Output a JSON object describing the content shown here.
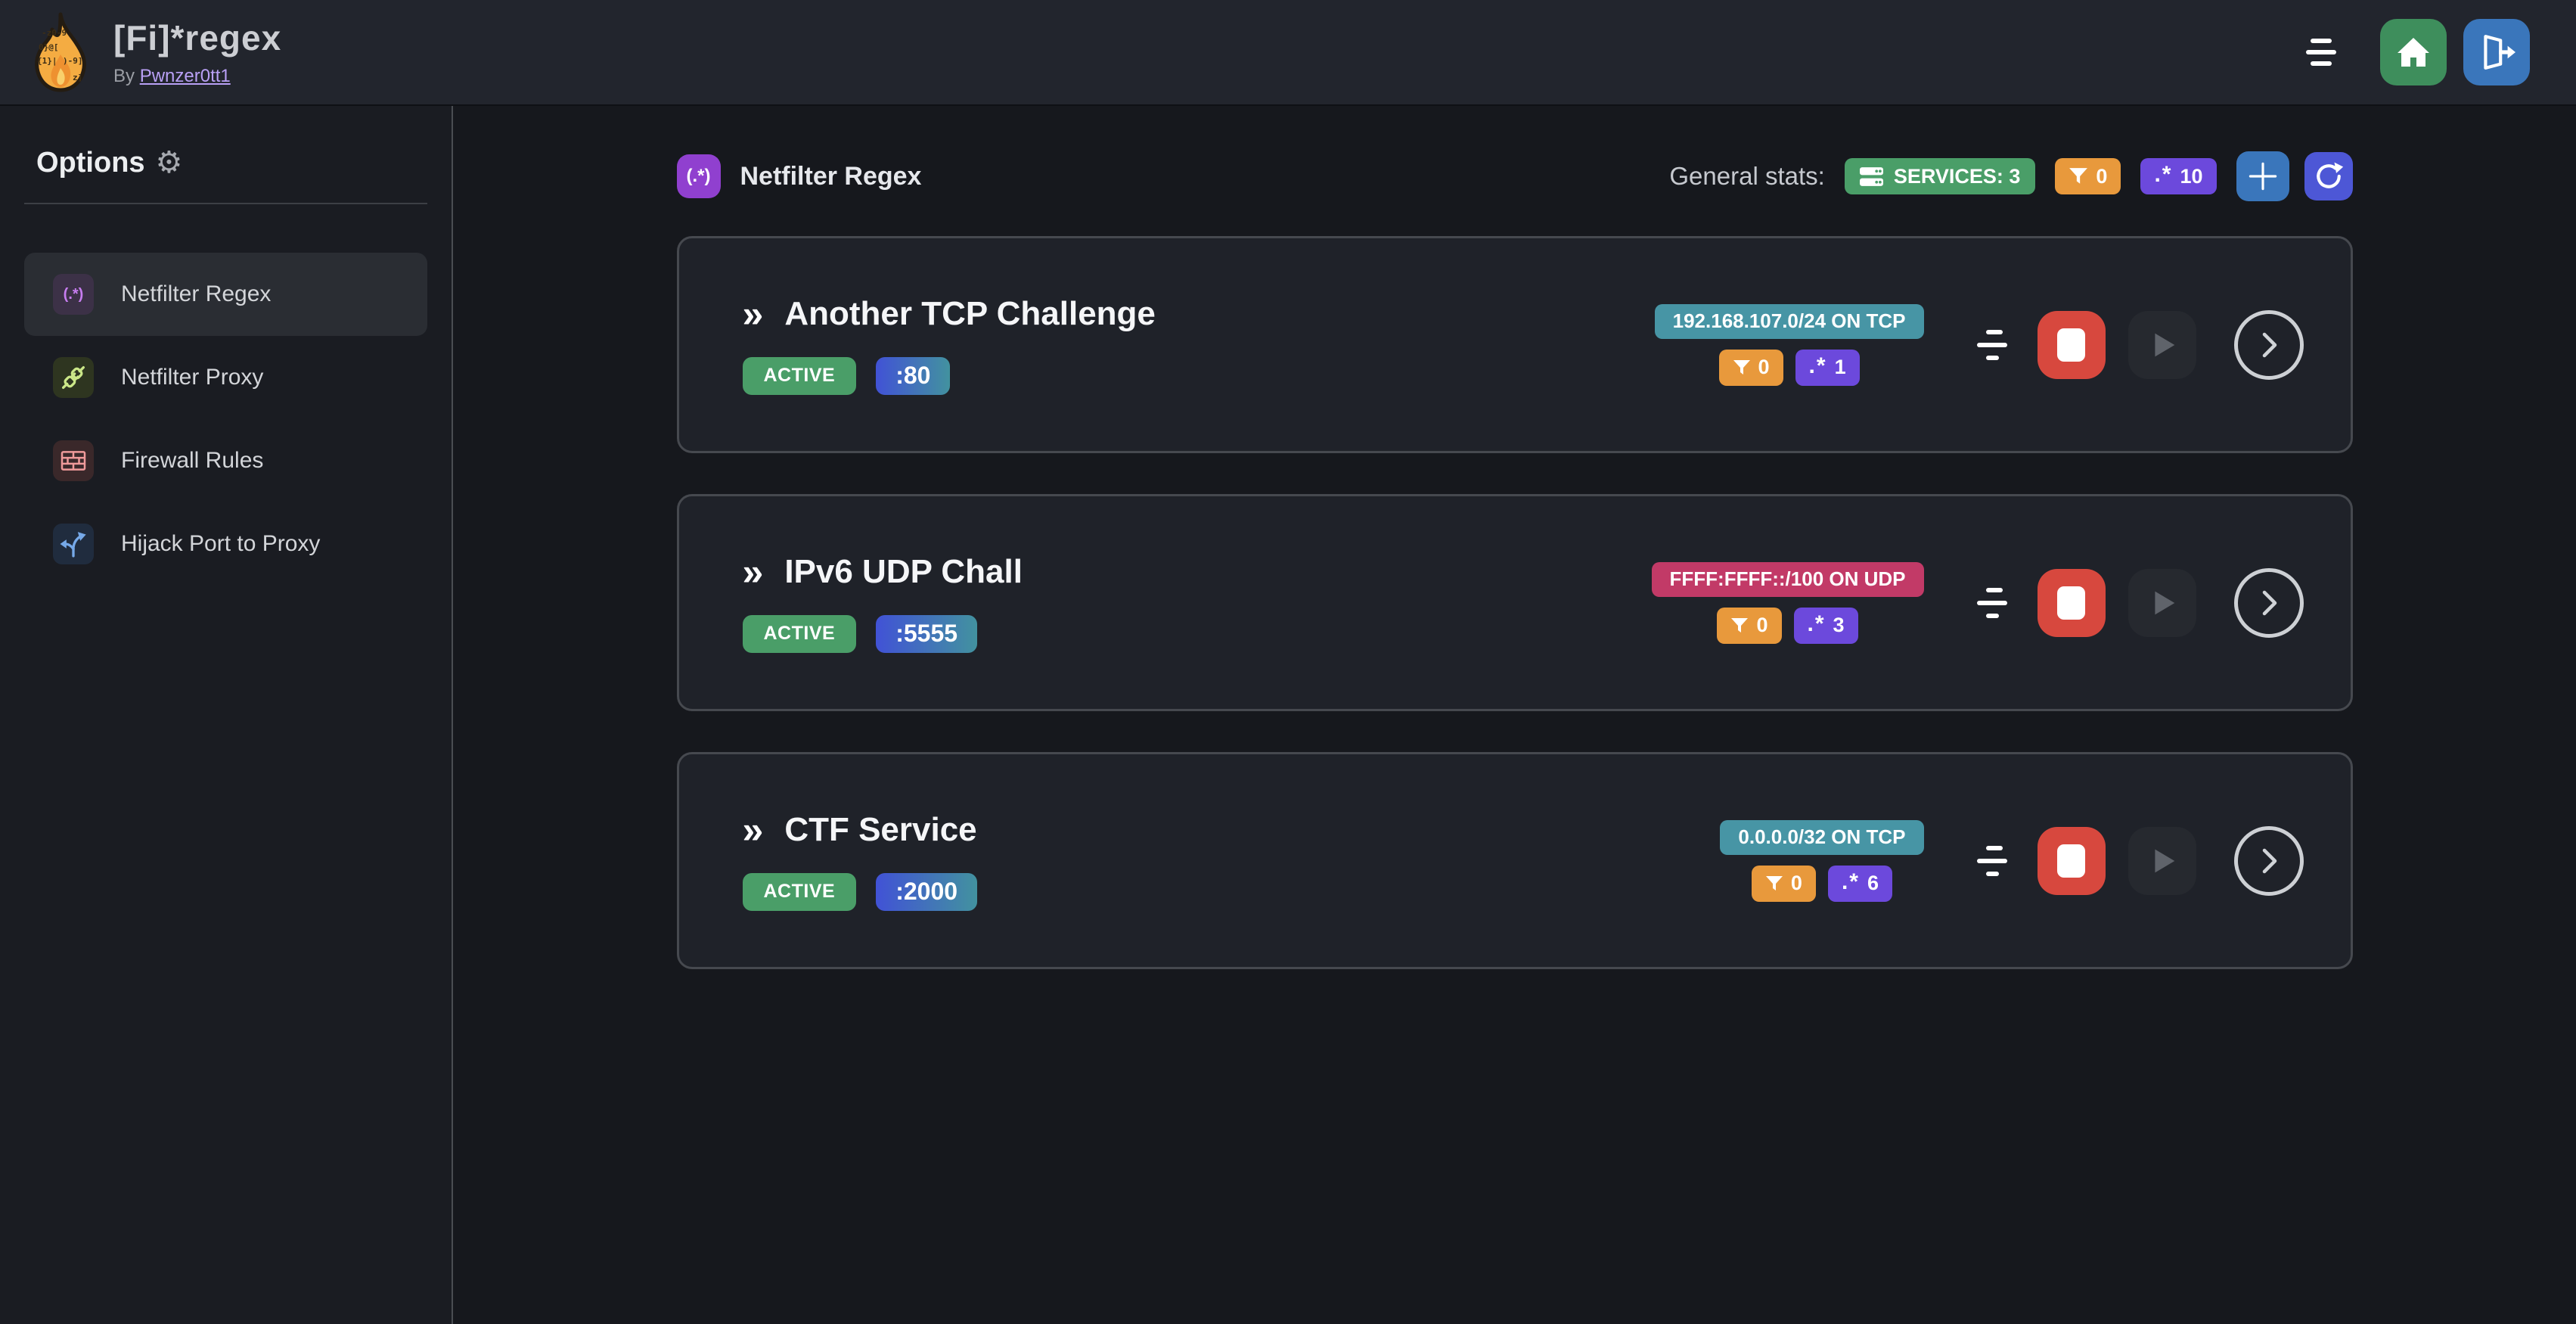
{
  "header": {
    "title": "[Fi]*regex",
    "by_label": "By",
    "author": "Pwnzer0tt1",
    "logo_fragments": {
      "f1": "-z0-9",
      "f2": "0}@[",
      "f3": "{1}|",
      "f4": ")-9]",
      "f5": "z]"
    }
  },
  "sidebar": {
    "title": "Options",
    "gear_glyph": "⚙",
    "items": [
      {
        "label": "Netfilter Regex",
        "glyph": "(.*)",
        "selected": true
      },
      {
        "label": "Netfilter Proxy",
        "selected": false
      },
      {
        "label": "Firewall Rules",
        "selected": false
      },
      {
        "label": "Hijack Port to Proxy",
        "selected": false
      }
    ]
  },
  "main": {
    "section_icon_glyph": "(.*)",
    "section_title": "Netfilter Regex",
    "stats_label": "General stats:",
    "stats": {
      "services_label": "SERVICES: 3",
      "filters_count": "0",
      "regexes_count": "10"
    },
    "cards": [
      {
        "title": "Another TCP Challenge",
        "status": "ACTIVE",
        "port": ":80",
        "target": "192.168.107.0/24 ON TCP",
        "target_color": "teal",
        "filters": "0",
        "regexes": "1"
      },
      {
        "title": "IPv6 UDP Chall",
        "status": "ACTIVE",
        "port": ":5555",
        "target": "FFFF:FFFF::/100 ON UDP",
        "target_color": "pink",
        "filters": "0",
        "regexes": "3"
      },
      {
        "title": "CTF Service",
        "status": "ACTIVE",
        "port": ":2000",
        "target": "0.0.0.0/32 ON TCP",
        "target_color": "teal",
        "filters": "0",
        "regexes": "6"
      }
    ]
  },
  "glyphs": {
    "card_marker": "»",
    "regex_icon": ".*"
  },
  "theme": {
    "bg": "#16181d",
    "sidebar": "#1a1c22",
    "headerbg": "#22252d",
    "card": "#1f2229",
    "cardborder": "#46494f",
    "green": "#4a9e68",
    "greendark": "#3e8e5c",
    "orange": "#e8993c",
    "purple": "#6c49dc",
    "teal": "#4795a5",
    "pink": "#c23a67",
    "red": "#d7483e",
    "bluebtn": "#3a76bb",
    "indigo": "#4d57d6",
    "porta": "#4152d6",
    "portb": "#42929f",
    "link": "#b9a0f5"
  }
}
